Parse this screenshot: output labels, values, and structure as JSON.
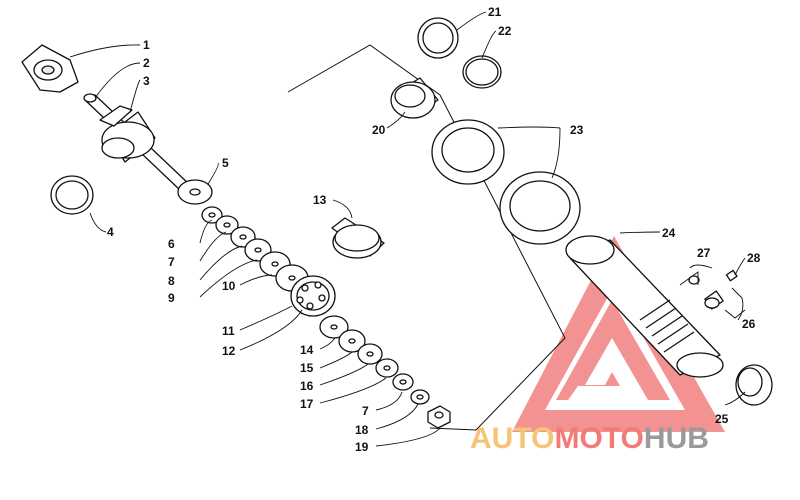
{
  "diagram": {
    "type": "exploded-parts-diagram",
    "callouts": [
      {
        "id": "c1",
        "label": "1"
      },
      {
        "id": "c2",
        "label": "2"
      },
      {
        "id": "c3",
        "label": "3"
      },
      {
        "id": "c4",
        "label": "4"
      },
      {
        "id": "c5",
        "label": "5"
      },
      {
        "id": "c6",
        "label": "6"
      },
      {
        "id": "c7a",
        "label": "7"
      },
      {
        "id": "c8",
        "label": "8"
      },
      {
        "id": "c9",
        "label": "9"
      },
      {
        "id": "c10",
        "label": "10"
      },
      {
        "id": "c11",
        "label": "11"
      },
      {
        "id": "c12",
        "label": "12"
      },
      {
        "id": "c13",
        "label": "13"
      },
      {
        "id": "c14",
        "label": "14"
      },
      {
        "id": "c15",
        "label": "15"
      },
      {
        "id": "c16",
        "label": "16"
      },
      {
        "id": "c17",
        "label": "17"
      },
      {
        "id": "c7b",
        "label": "7"
      },
      {
        "id": "c18",
        "label": "18"
      },
      {
        "id": "c19",
        "label": "19"
      },
      {
        "id": "c20",
        "label": "20"
      },
      {
        "id": "c21",
        "label": "21"
      },
      {
        "id": "c22",
        "label": "22"
      },
      {
        "id": "c23",
        "label": "23"
      },
      {
        "id": "c24",
        "label": "24"
      },
      {
        "id": "c25",
        "label": "25"
      },
      {
        "id": "c26",
        "label": "26"
      },
      {
        "id": "c27",
        "label": "27"
      },
      {
        "id": "c28",
        "label": "28"
      }
    ]
  },
  "watermark": {
    "part1": "AUTO",
    "part2": "MOTO",
    "part3": "HUB",
    "colors": {
      "auto": "#f6c477",
      "moto": "#f37a75",
      "hub": "#9a9a9a",
      "triangle": "#f07f7f"
    }
  }
}
